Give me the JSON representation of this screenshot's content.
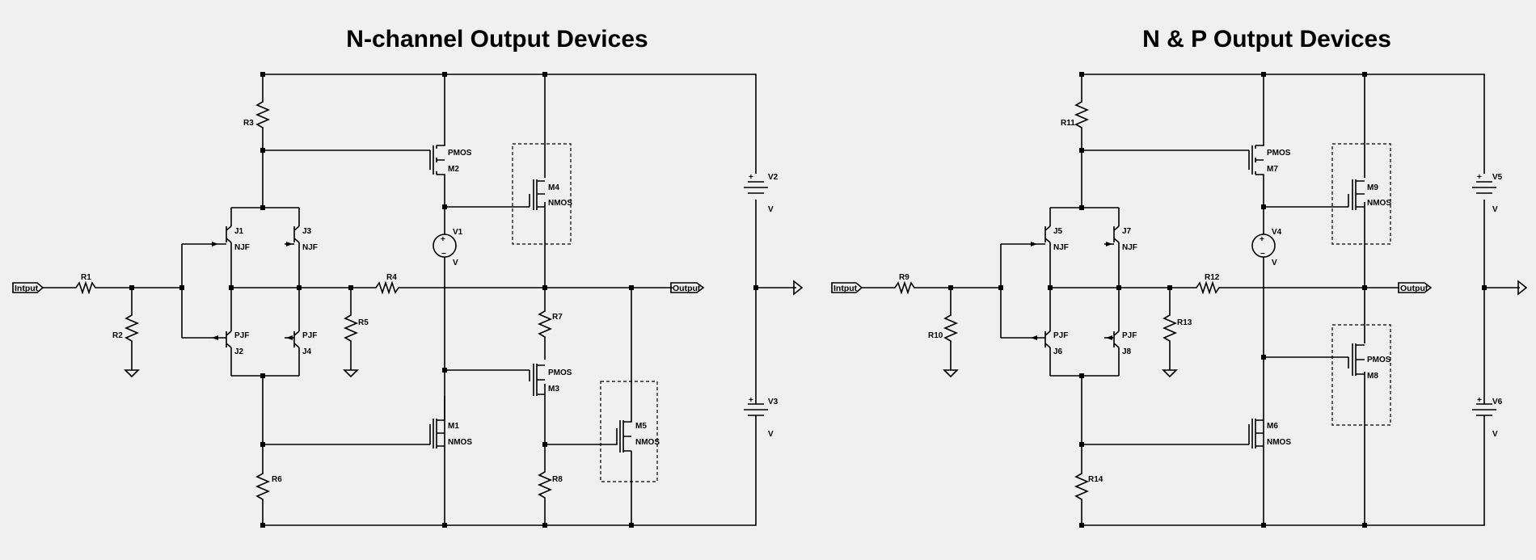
{
  "left": {
    "title": "N-channel Output Devices",
    "labels": [
      "R1",
      "R2",
      "R3",
      "R4",
      "R5",
      "R6",
      "R7",
      "R8",
      "J1",
      "J2",
      "J3",
      "J4",
      "M1",
      "M2",
      "M3",
      "M4",
      "M5",
      "V1",
      "V2",
      "V3"
    ],
    "types": {
      "NJF": "NJF",
      "PJF": "PJF",
      "PMOS": "PMOS",
      "NMOS": "NMOS",
      "V": "V"
    },
    "in_port": "Intput",
    "out_port": "Output"
  },
  "right": {
    "title": "N & P Output Devices",
    "labels": [
      "R9",
      "R10",
      "R11",
      "R12",
      "R13",
      "R14",
      "J5",
      "J6",
      "J7",
      "J8",
      "M6",
      "M7",
      "M8",
      "M9",
      "V4",
      "V5",
      "V6"
    ],
    "in_port": "Intput",
    "out_port": "Output"
  }
}
